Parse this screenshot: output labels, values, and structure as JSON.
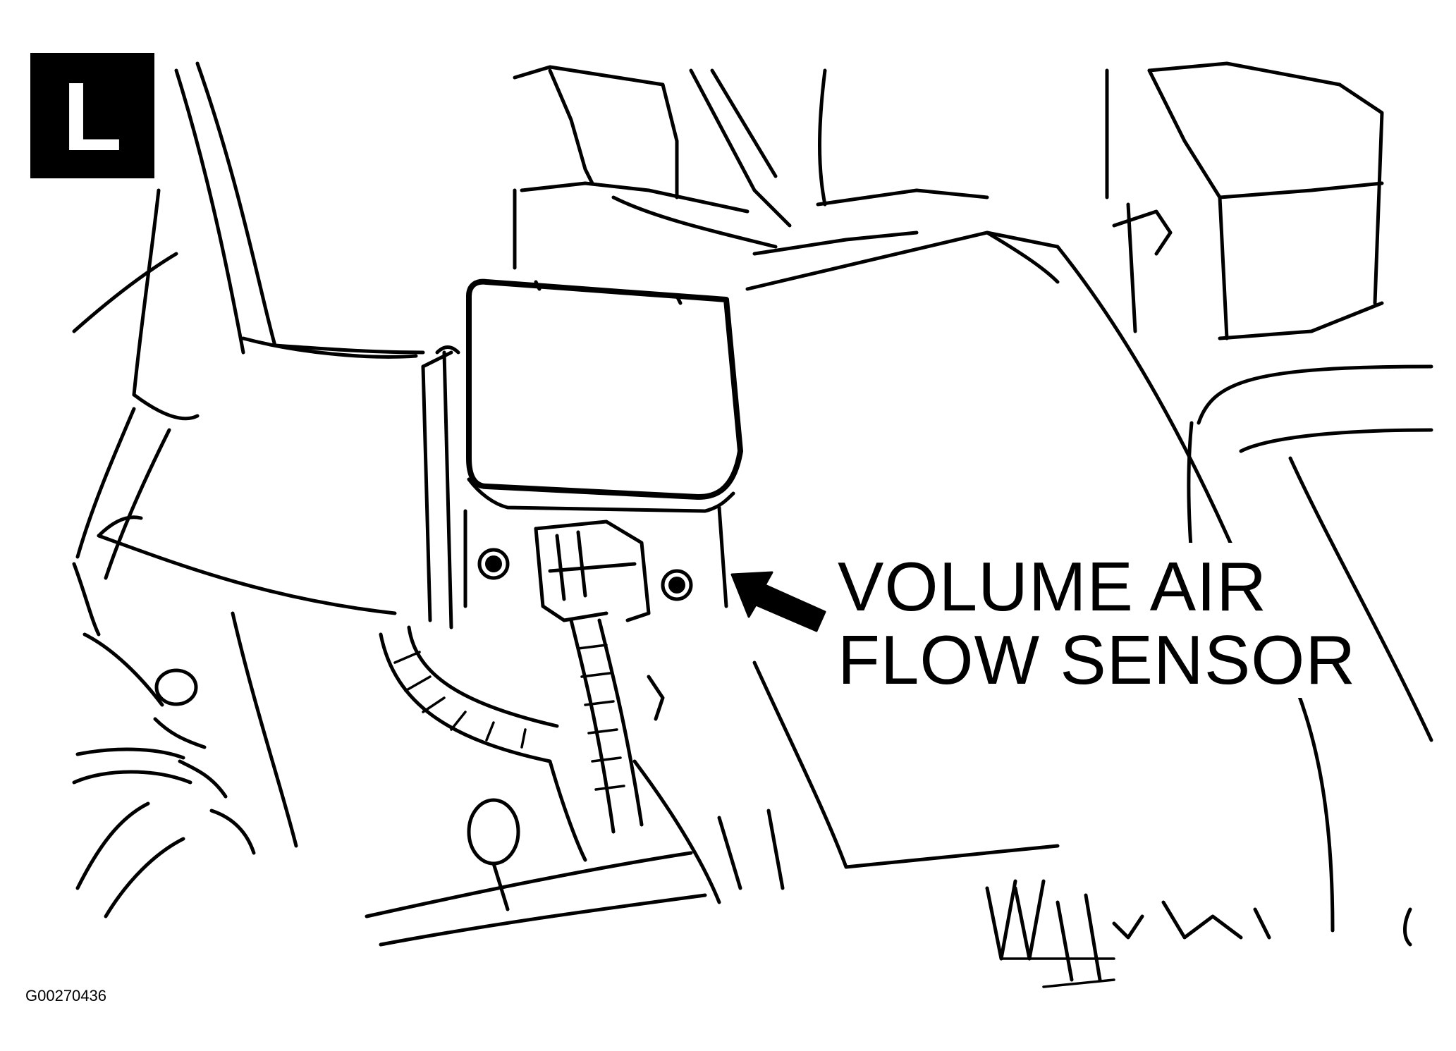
{
  "badge": {
    "letter": "L"
  },
  "callout": {
    "line1": "VOLUME AIR",
    "line2": "FLOW SENSOR"
  },
  "figure_id": "G00270436",
  "icons": {
    "pointer": "arrow-pointer-icon"
  },
  "colors": {
    "ink": "#000000",
    "paper": "#ffffff"
  }
}
